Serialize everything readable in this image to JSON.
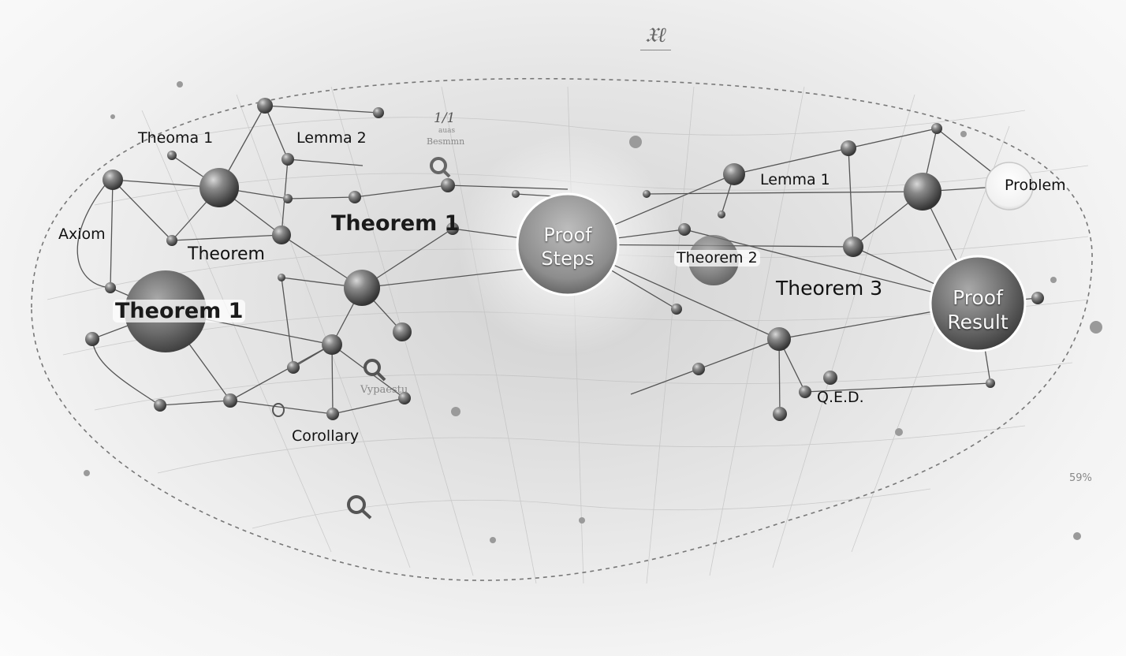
{
  "signature": "𝔛ℓ",
  "labels": {
    "theoma1": "Theoma 1",
    "lemma2": "Lemma 2",
    "axiom": "Axiom",
    "theorem": "Theorem",
    "theorem1_left": "Theorem 1",
    "theorem1_center": "Theorem 1",
    "proof_steps": "Proof\nSteps",
    "lemma1": "Lemma 1",
    "problem": "Problem",
    "theorem2": "Theorem 2",
    "theorem3": "Theorem 3",
    "proof_result": "Proof\nResult",
    "qed": "Q.E.D.",
    "corollary": "Corollary",
    "fraction": "1/1",
    "faint_top_line1": "auas",
    "faint_top_line2": "Besmmn",
    "faint_mid": "Vypaestu",
    "percent": "59%"
  },
  "colors": {
    "background": "#e4e4e4",
    "node_dark": "#5a5a5a",
    "node_light": "#f4f4f4",
    "edge": "#555555",
    "dashed_outline": "#777777"
  },
  "icons": [
    "magnifier-icon",
    "magnifier-icon",
    "magnifier-icon",
    "ring-icon"
  ]
}
